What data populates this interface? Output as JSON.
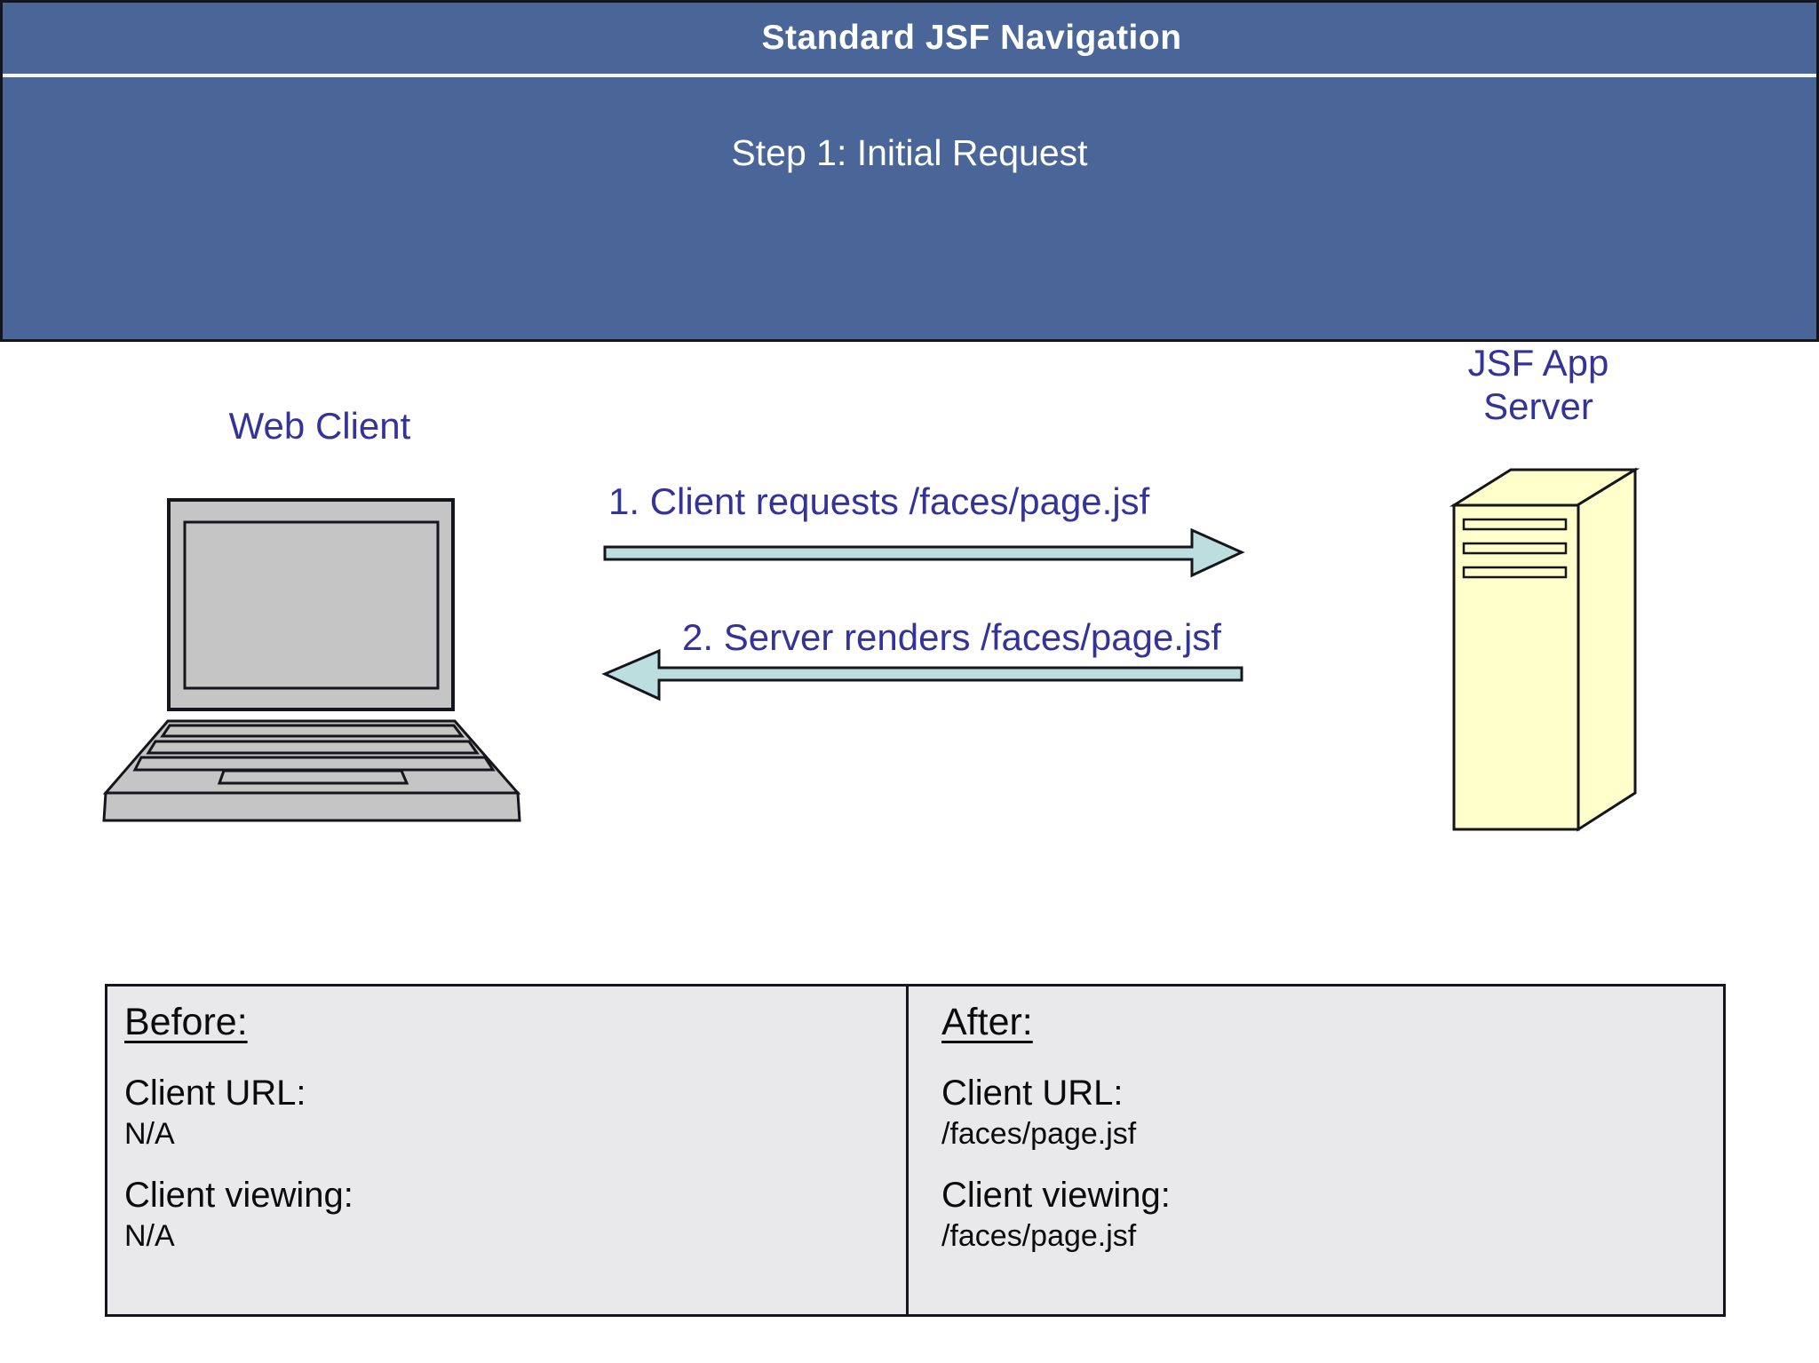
{
  "slide": {
    "title": "Standard JSF Navigation",
    "subtitle": "Step 1: Initial Request"
  },
  "diagram": {
    "client_label": "Web Client",
    "server_label_line1": "JSF App",
    "server_label_line2": "Server",
    "request_arrow_label": "1. Client requests /faces/page.jsf",
    "response_arrow_label": "2. Server renders /faces/page.jsf"
  },
  "comparison": {
    "before": {
      "heading": "Before:",
      "client_url_label": "Client URL:",
      "client_url_value": "N/A",
      "client_viewing_label": "Client viewing:",
      "client_viewing_value": "N/A"
    },
    "after": {
      "heading": "After:",
      "client_url_label": "Client URL:",
      "client_url_value": "/faces/page.jsf",
      "client_viewing_label": "Client viewing:",
      "client_viewing_value": "/faces/page.jsf"
    }
  },
  "colors": {
    "header_blue": "#4a6698",
    "separator_white": "#f4f8fb",
    "label_indigo": "#333399",
    "arrow_fill": "#bcdede",
    "laptop_grey": "#c5c5c5",
    "server_yellow": "#ffffcc",
    "panel_grey": "#e9e9eb",
    "outline_black": "#15151c"
  }
}
